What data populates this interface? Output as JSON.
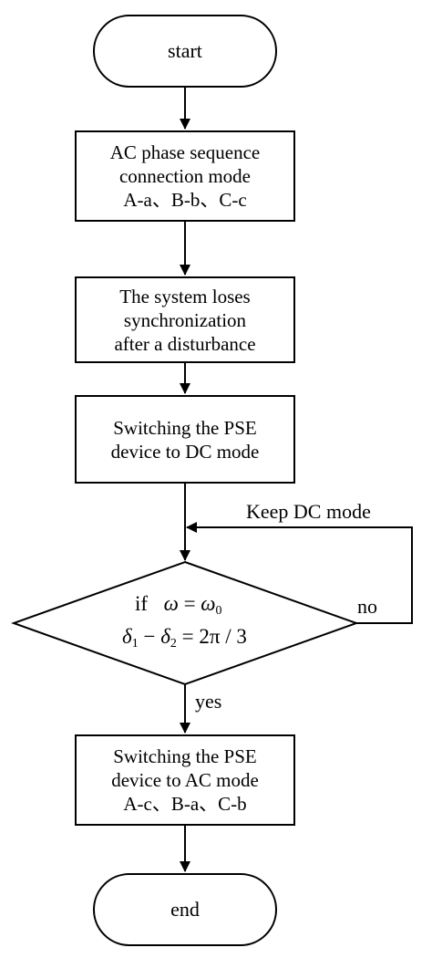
{
  "nodes": {
    "start": {
      "label": "start"
    },
    "step1": {
      "lines": [
        "AC phase sequence",
        "connection mode",
        "A-a、B-b、C-c"
      ]
    },
    "step2": {
      "lines": [
        "The system loses",
        "synchronization",
        "after a disturbance"
      ]
    },
    "step3": {
      "lines": [
        "Switching the PSE",
        "device to DC mode"
      ]
    },
    "decision": {
      "line1": {
        "keyword": "if",
        "lhs": "ω",
        "eq": "=",
        "rhs": "ω",
        "rhs_sub": "0"
      },
      "line2": {
        "a": "δ",
        "a_sub": "1",
        "minus": "−",
        "b": "δ",
        "b_sub": "2",
        "eq": "=",
        "rhs": "2π / 3"
      }
    },
    "step4": {
      "lines": [
        "Switching the PSE",
        "device to AC mode",
        "A-c、B-a、C-b"
      ]
    },
    "end": {
      "label": "end"
    }
  },
  "edges": {
    "loop_label": "Keep DC mode",
    "no_label": "no",
    "yes_label": "yes"
  }
}
